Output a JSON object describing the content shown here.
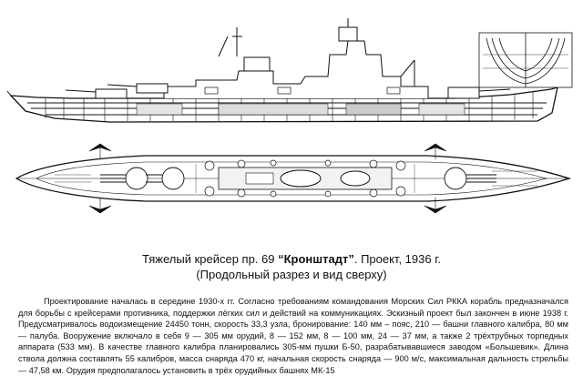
{
  "caption": {
    "prefix": "Тяжелый крейсер пр. 69 ",
    "name": "“Кронштадт”",
    "suffix": ". Проект, 1936 г.",
    "line2": "(Продольный разрез и вид сверху)"
  },
  "description": "Проектирование началась в середине 1930-х гг. Согласно требованиям командования Морских Сил РККА корабль предназначался для борьбы с крейсерами противника, поддержки лёгких сил и действий на коммуникациях. Эскизный проект был закончен в июне 1938 г. Предусматривалось водоизмещение 24450 тонн, скорость 33,3 узла, бронирование: 140 мм – пояс, 210 — башни главного калибра, 80 мм — палуба. Вооружение включало в себя 9 — 305 мм орудий, 8 — 152 мм, 8 — 100 мм, 24 — 37 мм, а также 2 трёхтрубных торпедных аппарата (533 мм). В качестве главного калибра планировались 305-мм пушки Б-50, разрабатывавшиеся заводом «Большевик». Длина ствола должна составлять 55 калибров, масса снаряда 470 кг, начальная скорость снаряда — 900 м/с, максимальная дальность стрельбы — 47,58 км. Орудия предполагалось установить в трёх орудийных башнях МК-15"
}
